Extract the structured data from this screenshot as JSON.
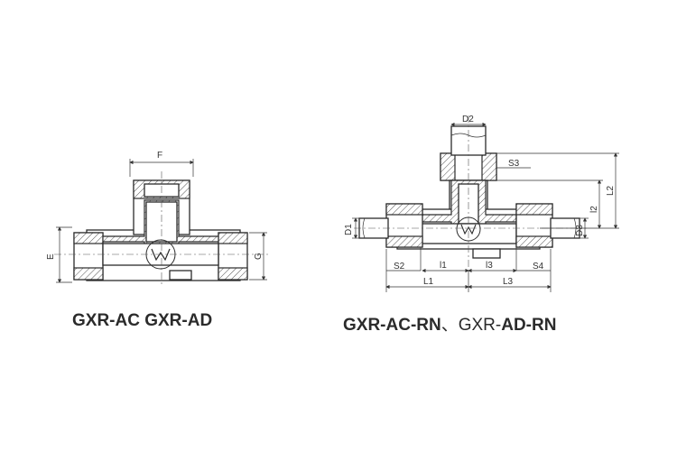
{
  "left_figure": {
    "dims": {
      "F": "F",
      "E": "E",
      "G": "G"
    },
    "caption": "GXR-AC GXR-AD"
  },
  "right_figure": {
    "dims": {
      "D2": "D2",
      "S3": "S3",
      "L2": "L2",
      "l2": "l2",
      "D1": "D1",
      "D3": "D3",
      "S2": "S2",
      "l1": "l1",
      "l3": "l3",
      "S4": "S4",
      "L1": "L1",
      "L3": "L3"
    },
    "caption_part1": "GXR-AC-RN",
    "caption_sep": "、",
    "caption_part2a": "GXR-",
    "caption_part2b": "AD-RN"
  },
  "colors": {
    "line": "#2b2b2b",
    "hatch": "#555555",
    "background": "#ffffff"
  }
}
